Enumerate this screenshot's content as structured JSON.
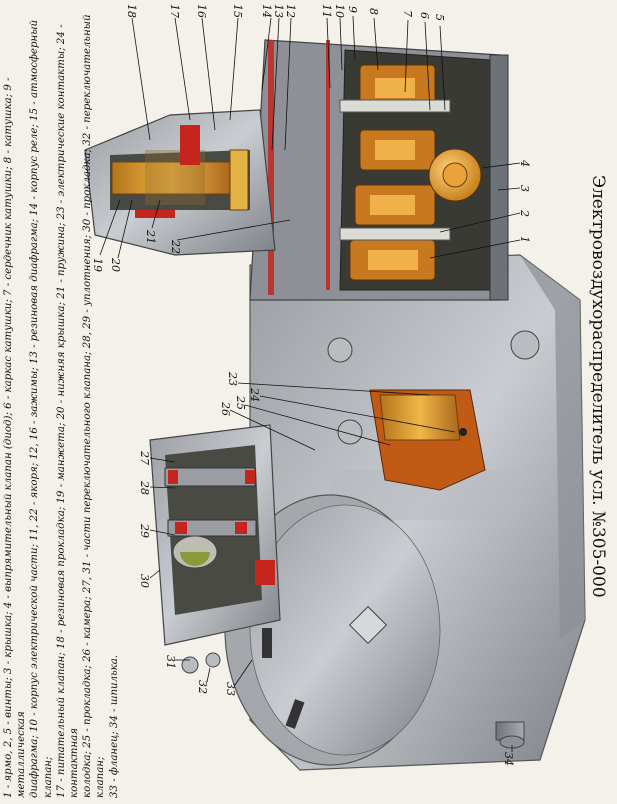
{
  "title": "Электровоздухораспределитель усл. №305-000",
  "legend": {
    "line1": "1 - ярмо, 2, 5 - винты; 3 - крышка; 4 - выпрямительный клапан (диод); 6 - каркас катушки; 7 - сердечник катушки; 8 - катушка; 9 - металлическая",
    "line2": "диафрагма; 10 - корпус электрической части; 11, 22 - якоря; 12, 16 - зажимы; 13 - резиновая диафрагма; 14 - корпус реле; 15 - атмосферный клапан;",
    "line3": "17 - питательный клапан; 18 - резиновая прокладка; 19 - манжета; 20 - нижняя крышка; 21 - пружина; 23 - электрические контакты; 24 - контактная",
    "line4": "колодка; 25 - прокладка; 26 - камера; 27, 31 - части переключательного клапана; 28, 29 - уплотнения; 30 - прокладка; 32 - переключательный клапан;",
    "line5": "33 - фланец; 34 - шпилька."
  },
  "callouts": [
    "1",
    "2",
    "3",
    "4",
    "5",
    "6",
    "7",
    "8",
    "9",
    "10",
    "11",
    "12",
    "13",
    "14",
    "15",
    "16",
    "17",
    "18",
    "19",
    "20",
    "21",
    "22",
    "23",
    "24",
    "25",
    "26",
    "27",
    "28",
    "29",
    "30",
    "31",
    "32",
    "33",
    "34"
  ]
}
